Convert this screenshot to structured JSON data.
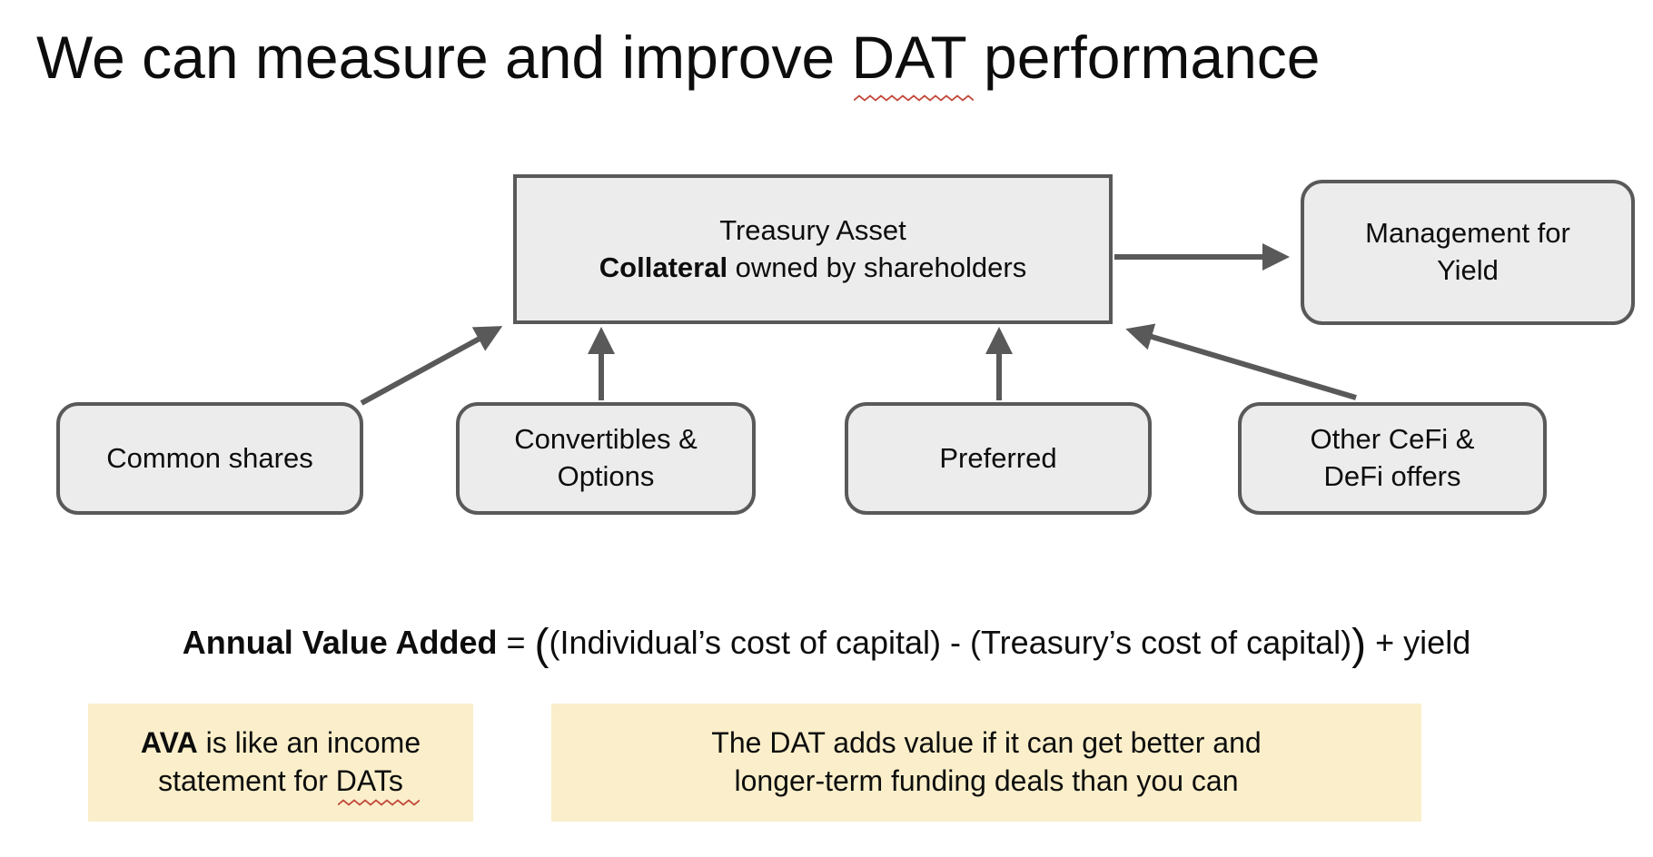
{
  "title": {
    "pre": "We can measure and improve ",
    "misspelled_word": "DAT",
    "post": " performance"
  },
  "diagram": {
    "treasury_box": {
      "line1": "Treasury Asset",
      "line2_bold": "Collateral",
      "line2_rest": " owned by shareholders"
    },
    "management_box": {
      "line1": "Management for",
      "line2": "Yield"
    },
    "source_boxes": [
      {
        "line1": "Common shares"
      },
      {
        "line1": "Convertibles &",
        "line2": "Options"
      },
      {
        "line1": "Preferred"
      },
      {
        "line1": "Other CeFi &",
        "line2": "DeFi offers"
      }
    ]
  },
  "formula": {
    "bold_label": "Annual Value Added",
    "equals": " = ",
    "open_paren_big": "(",
    "body": "(Individual’s cost of capital) - (Treasury’s cost of capital)",
    "close_paren_big": ")",
    "tail": " + yield"
  },
  "notes": {
    "ava_note": {
      "line1_bold": "AVA",
      "line1_rest": " is like an income",
      "line2_pre": "statement for ",
      "line2_misspelled": "DATs"
    },
    "dat_note": {
      "line1": "The DAT adds value if it can get better and",
      "line2": "longer-term funding deals than you can"
    }
  },
  "colors": {
    "box_fill": "#ececec",
    "box_border": "#595959",
    "arrow": "#595959",
    "note_background": "#faefca",
    "spellcheck_squiggle": "#c3493c",
    "text": "#0d0d0d"
  }
}
